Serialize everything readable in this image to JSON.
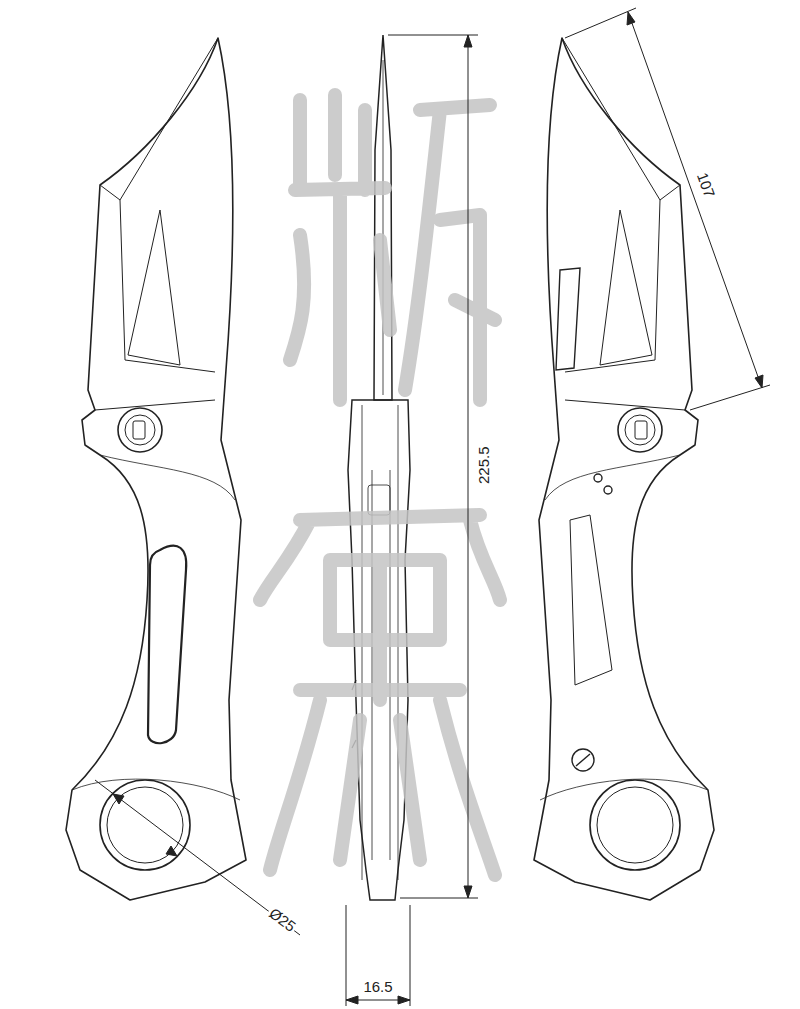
{
  "diagram": {
    "labels": [
      "107",
      "225.5",
      "Ø25",
      "16.5"
    ]
  }
}
